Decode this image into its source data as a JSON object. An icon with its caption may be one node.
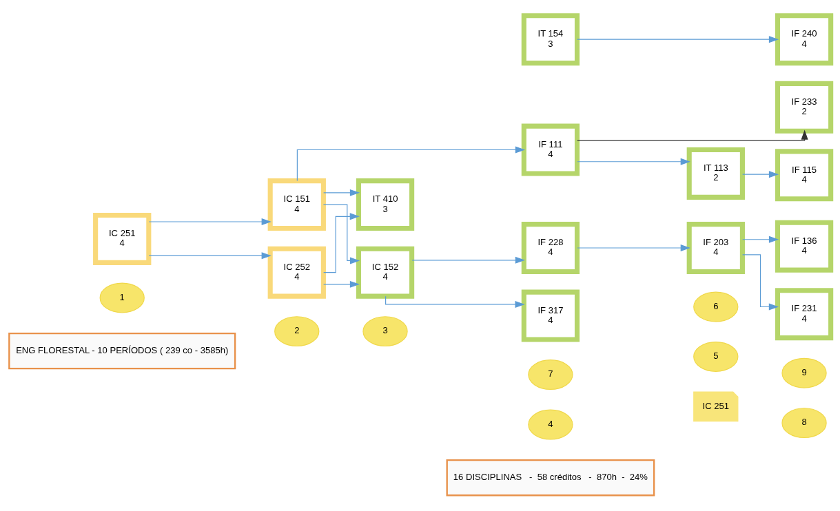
{
  "diagram": {
    "nodes": [
      {
        "text": [
          "ENG FLORESTAL - 10 PERÍODOS ( 239 co - 3585h)"
        ]
      },
      {
        "text": [
          "IC 251"
        ]
      },
      {
        "text": [
          "16 DISCIPLINAS   -  58 créditos   -  870h  -  24%"
        ]
      },
      {
        "text": [
          "1"
        ]
      },
      {
        "text": [
          "2"
        ]
      },
      {
        "text": [
          "3"
        ]
      },
      {
        "text": [
          "4"
        ]
      },
      {
        "text": [
          "5"
        ]
      },
      {
        "text": [
          "6"
        ]
      },
      {
        "text": [
          "7"
        ]
      },
      {
        "text": [
          "8"
        ]
      },
      {
        "text": [
          "9"
        ]
      },
      {
        "text": [
          "IF 111",
          "4"
        ]
      },
      {
        "text": [
          "IT 113",
          "2"
        ]
      },
      {
        "text": [
          "IF 317",
          "4"
        ]
      },
      {
        "text": [
          "IF 115",
          "4"
        ]
      },
      {
        "text": [
          "IC 151",
          "4"
        ]
      },
      {
        "text": [
          "IC 152",
          "4"
        ]
      },
      {
        "text": [
          "IF 228",
          "4"
        ]
      },
      {
        "text": [
          "IF 203",
          "4"
        ]
      },
      {
        "text": [
          "IT 154",
          "3"
        ]
      },
      {
        "text": [
          "IF 136",
          "4"
        ]
      },
      {
        "text": [
          "IC 251",
          "4"
        ]
      },
      {
        "text": [
          "IC 252",
          "4"
        ]
      },
      {
        "text": [
          "IT 410",
          "3"
        ]
      },
      {
        "text": [
          "IF 231",
          "4"
        ]
      },
      {
        "text": [
          "IF 233",
          "2"
        ]
      },
      {
        "text": [
          "IF 240",
          "4"
        ]
      }
    ],
    "edges": [
      {
        "from": 22,
        "to": 16,
        "arrow": "to"
      },
      {
        "from": 22,
        "to": 23,
        "arrow": "to"
      },
      {
        "from": 16,
        "to": 12,
        "arrow": "to"
      },
      {
        "from": 16,
        "to": 17,
        "arrow": "to"
      },
      {
        "from": 16,
        "to": 24,
        "arrow": "to"
      },
      {
        "from": 23,
        "to": 17,
        "arrow": "to"
      },
      {
        "from": 23,
        "to": 24,
        "arrow": "to"
      },
      {
        "from": 12,
        "to": 13,
        "arrow": "to"
      },
      {
        "from": 13,
        "to": 15,
        "arrow": "to"
      },
      {
        "from": 12,
        "to": 26,
        "arrow": "to",
        "color": "#333333"
      },
      {
        "from": 17,
        "to": 14,
        "arrow": "to"
      },
      {
        "from": 17,
        "to": 18,
        "arrow": "to"
      },
      {
        "from": 18,
        "to": 19,
        "arrow": "to"
      },
      {
        "from": 19,
        "to": 21,
        "arrow": "to"
      },
      {
        "from": 19,
        "to": 25,
        "arrow": "to"
      },
      {
        "from": 20,
        "to": 27,
        "arrow": "to"
      }
    ]
  }
}
